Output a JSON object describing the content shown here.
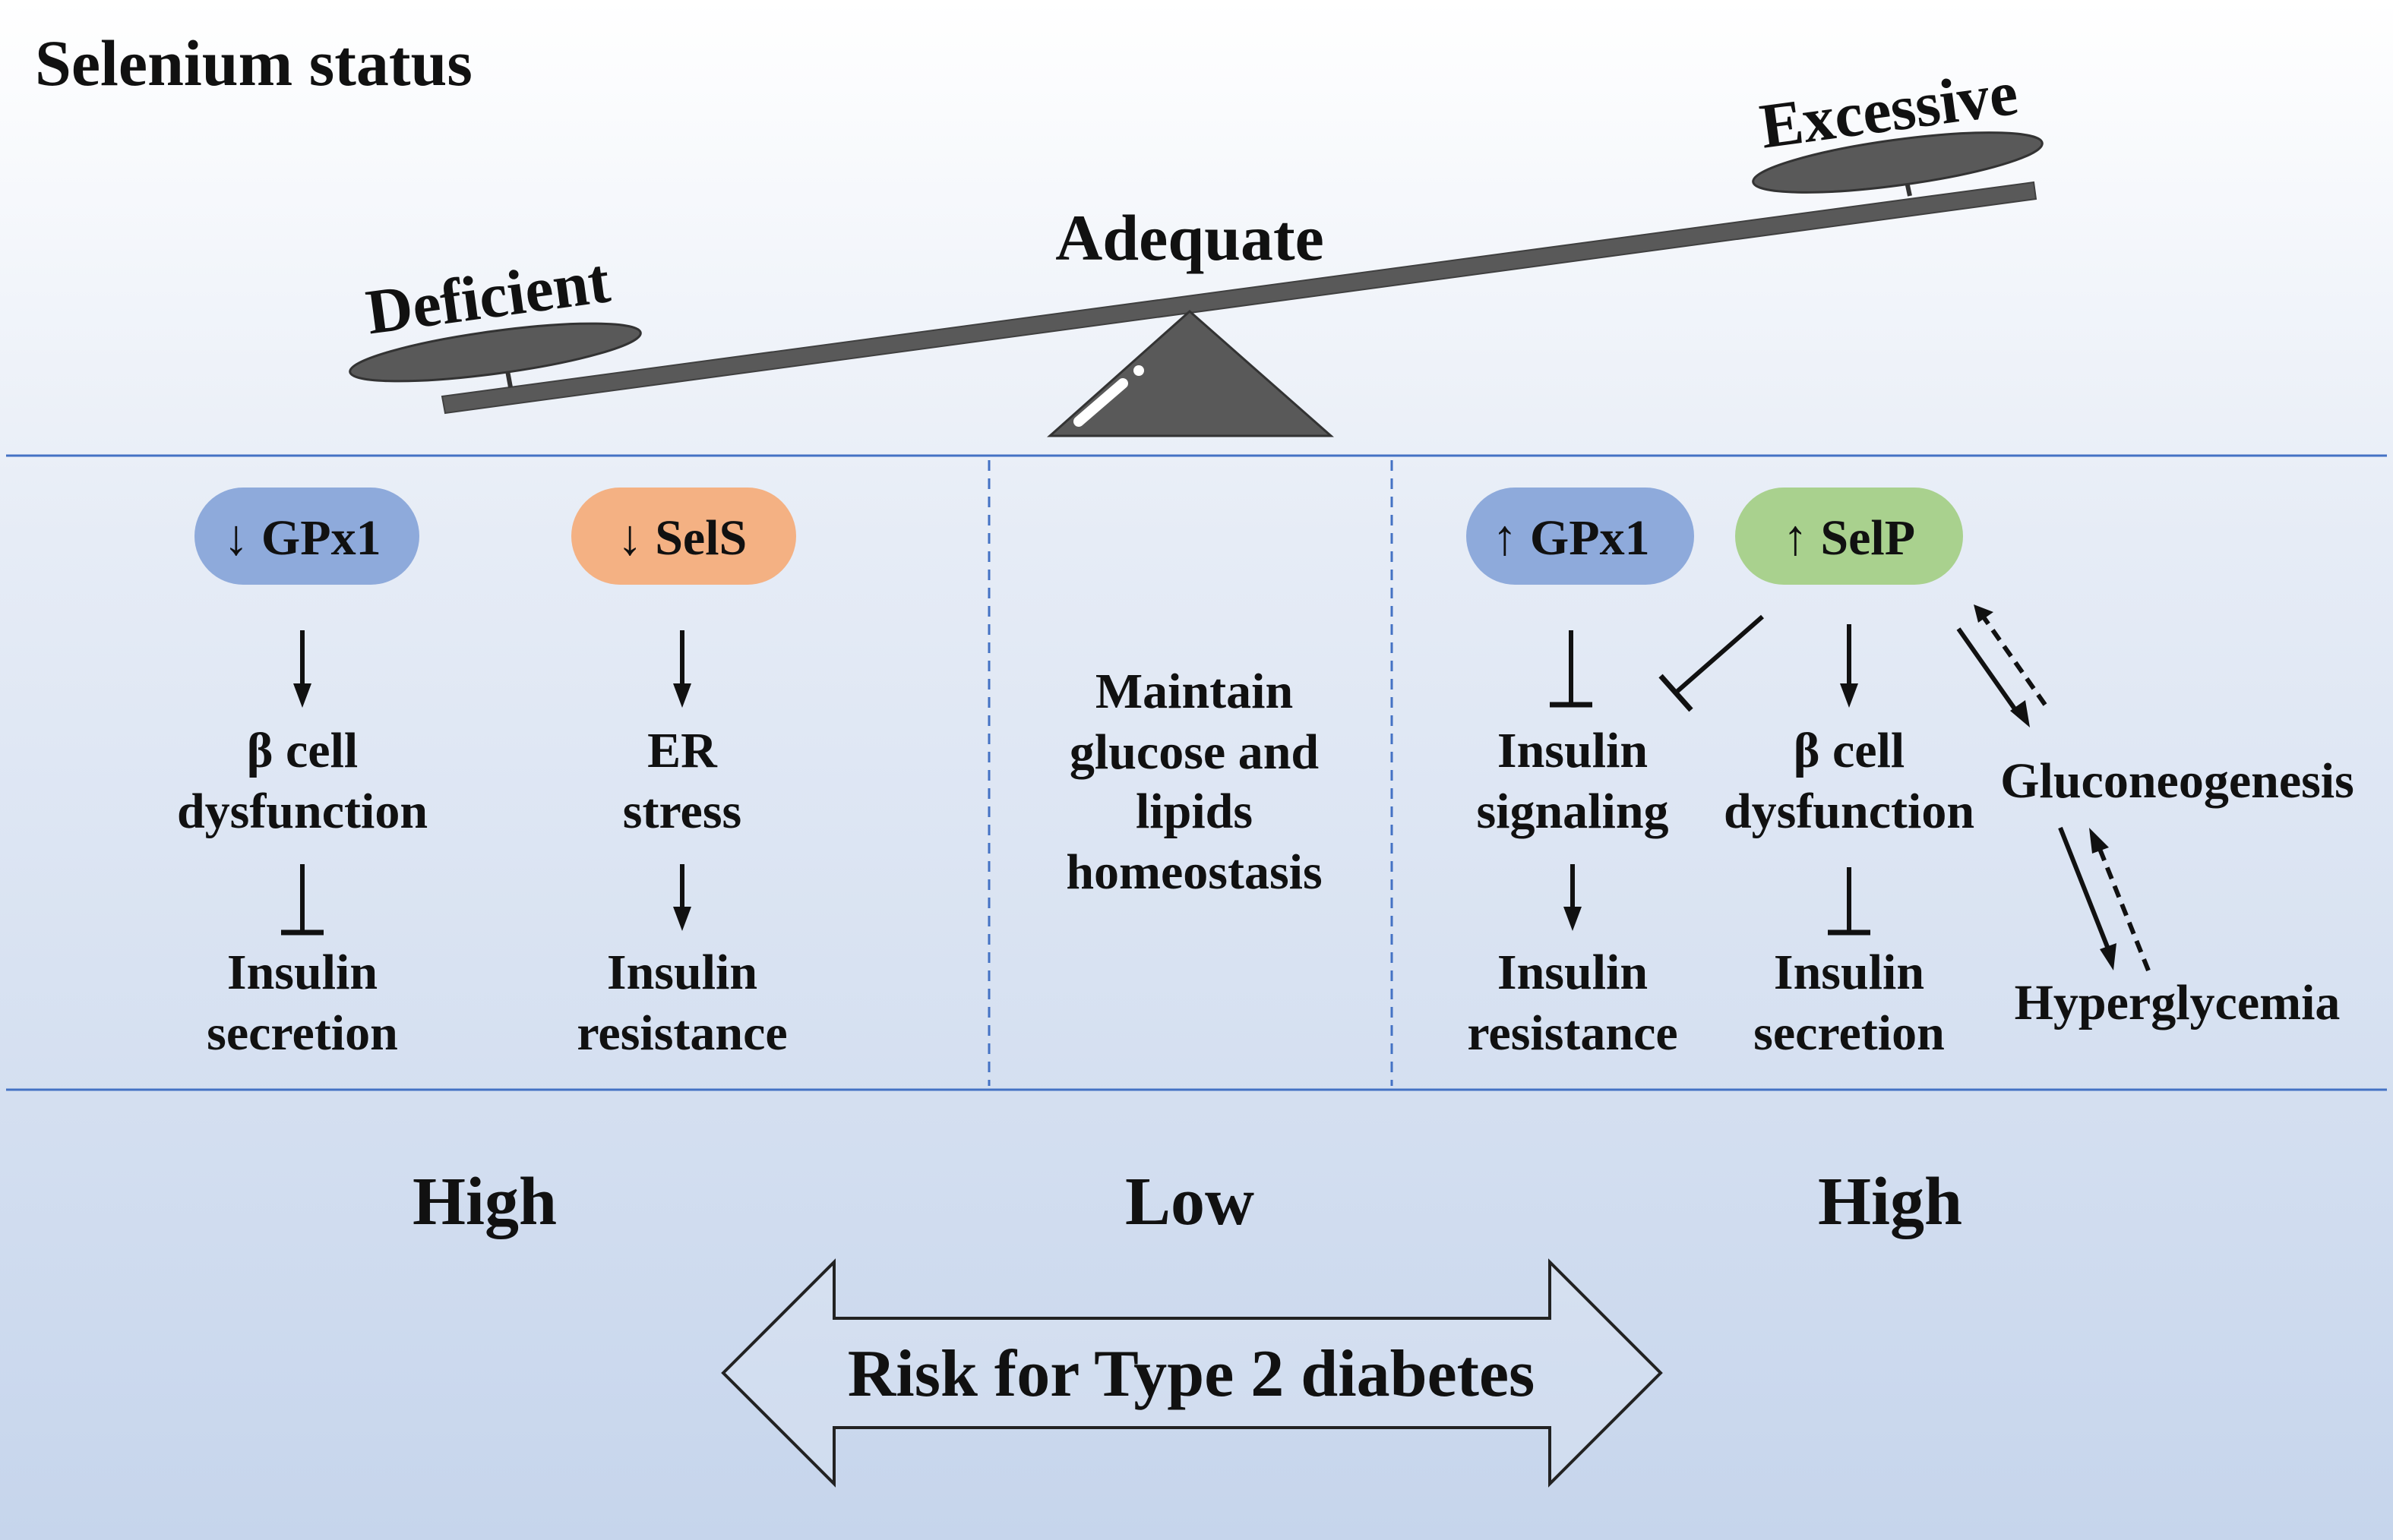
{
  "title": "Selenium status",
  "seesaw": {
    "left_label": "Deficient",
    "center_label": "Adequate",
    "right_label": "Excessive"
  },
  "left_panel": {
    "gpx1_badge": "↓ GPx1",
    "sels_badge": "↓ SelS",
    "gpx1_effect_line1": "β cell",
    "gpx1_effect_line2": "dysfunction",
    "gpx1_outcome_line1": "Insulin",
    "gpx1_outcome_line2": "secretion",
    "sels_effect_line1": "ER",
    "sels_effect_line2": "stress",
    "sels_outcome_line1": "Insulin",
    "sels_outcome_line2": "resistance"
  },
  "center_panel": {
    "line1": "Maintain",
    "line2": "glucose and",
    "line3": "lipids",
    "line4": "homeostasis"
  },
  "right_panel": {
    "gpx1_badge": "↑ GPx1",
    "selp_badge": "↑ SelP",
    "signaling_line1": "Insulin",
    "signaling_line2": "signaling",
    "beta_line1": "β cell",
    "beta_line2": "dysfunction",
    "gluconeogenesis": "Gluconeogenesis",
    "resistance_line1": "Insulin",
    "resistance_line2": "resistance",
    "secretion_line1": "Insulin",
    "secretion_line2": "secretion",
    "hyperglycemia": "Hyperglycemia"
  },
  "risk": {
    "left_level": "High",
    "center_level": "Low",
    "right_level": "High",
    "arrow_label": "Risk for Type 2 diabetes"
  },
  "colors": {
    "gpx1_badge": "#8eaadb",
    "sels_badge": "#f4b183",
    "selp_badge": "#a9d18e",
    "seesaw": "#595959",
    "divider": "#4472c4",
    "background_top": "#ffffff",
    "background_bottom": "#c8d6ec"
  }
}
